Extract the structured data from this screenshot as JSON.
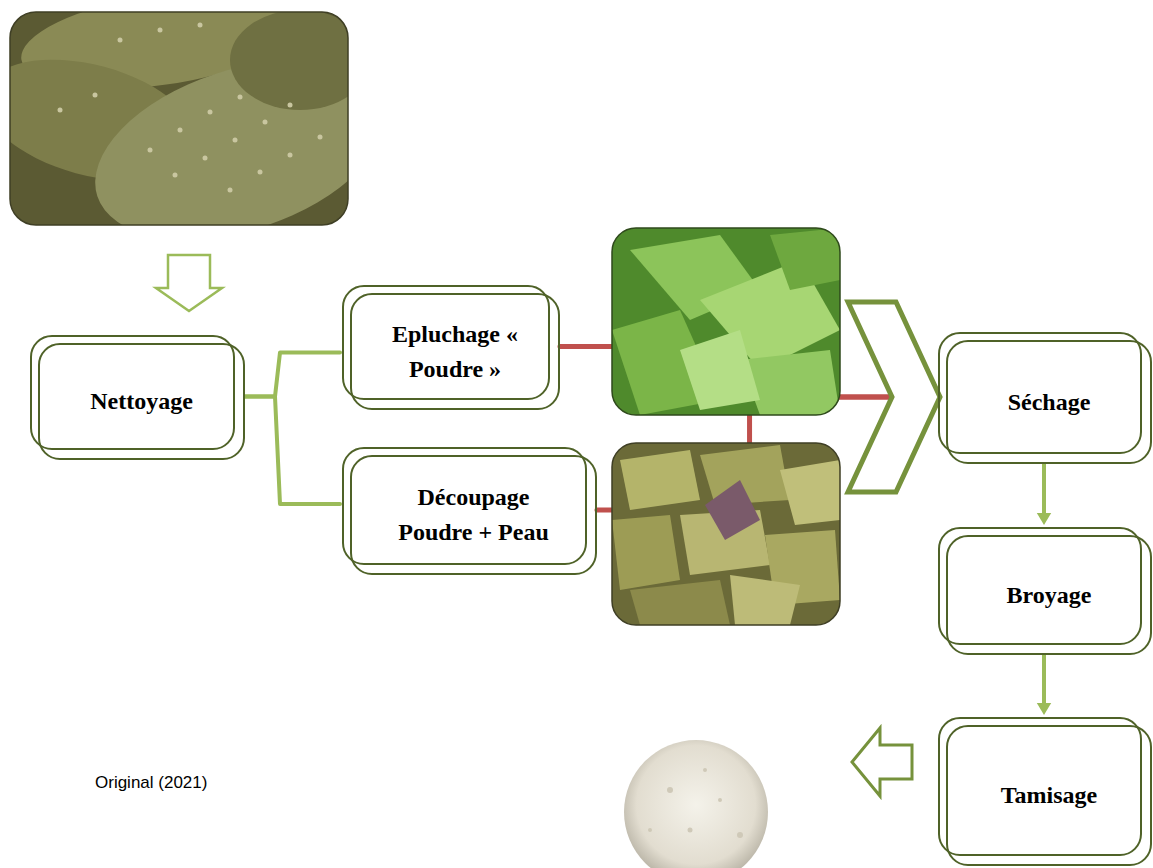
{
  "diagram": {
    "nodes": [
      {
        "text": [
          "Nettoyage"
        ]
      },
      {
        "text": [
          "Epluchage « Poudre »"
        ]
      },
      {
        "text": [
          "Découpage Poudre + Peau"
        ]
      },
      {
        "text": [
          "Séchage"
        ]
      },
      {
        "text": [
          "Broyage"
        ]
      },
      {
        "text": [
          "Tamisage"
        ]
      }
    ],
    "edges": [
      {
        "from": 0,
        "to": 1,
        "arrow": "none"
      },
      {
        "from": 0,
        "to": 2,
        "arrow": "none"
      },
      {
        "from": 1,
        "to": 3,
        "arrow": "to"
      },
      {
        "from": 2,
        "to": 3,
        "arrow": "to"
      },
      {
        "from": 3,
        "to": 4,
        "arrow": "to"
      },
      {
        "from": 4,
        "to": 5,
        "arrow": "to"
      }
    ],
    "labels": [
      "Original (2021)"
    ]
  }
}
